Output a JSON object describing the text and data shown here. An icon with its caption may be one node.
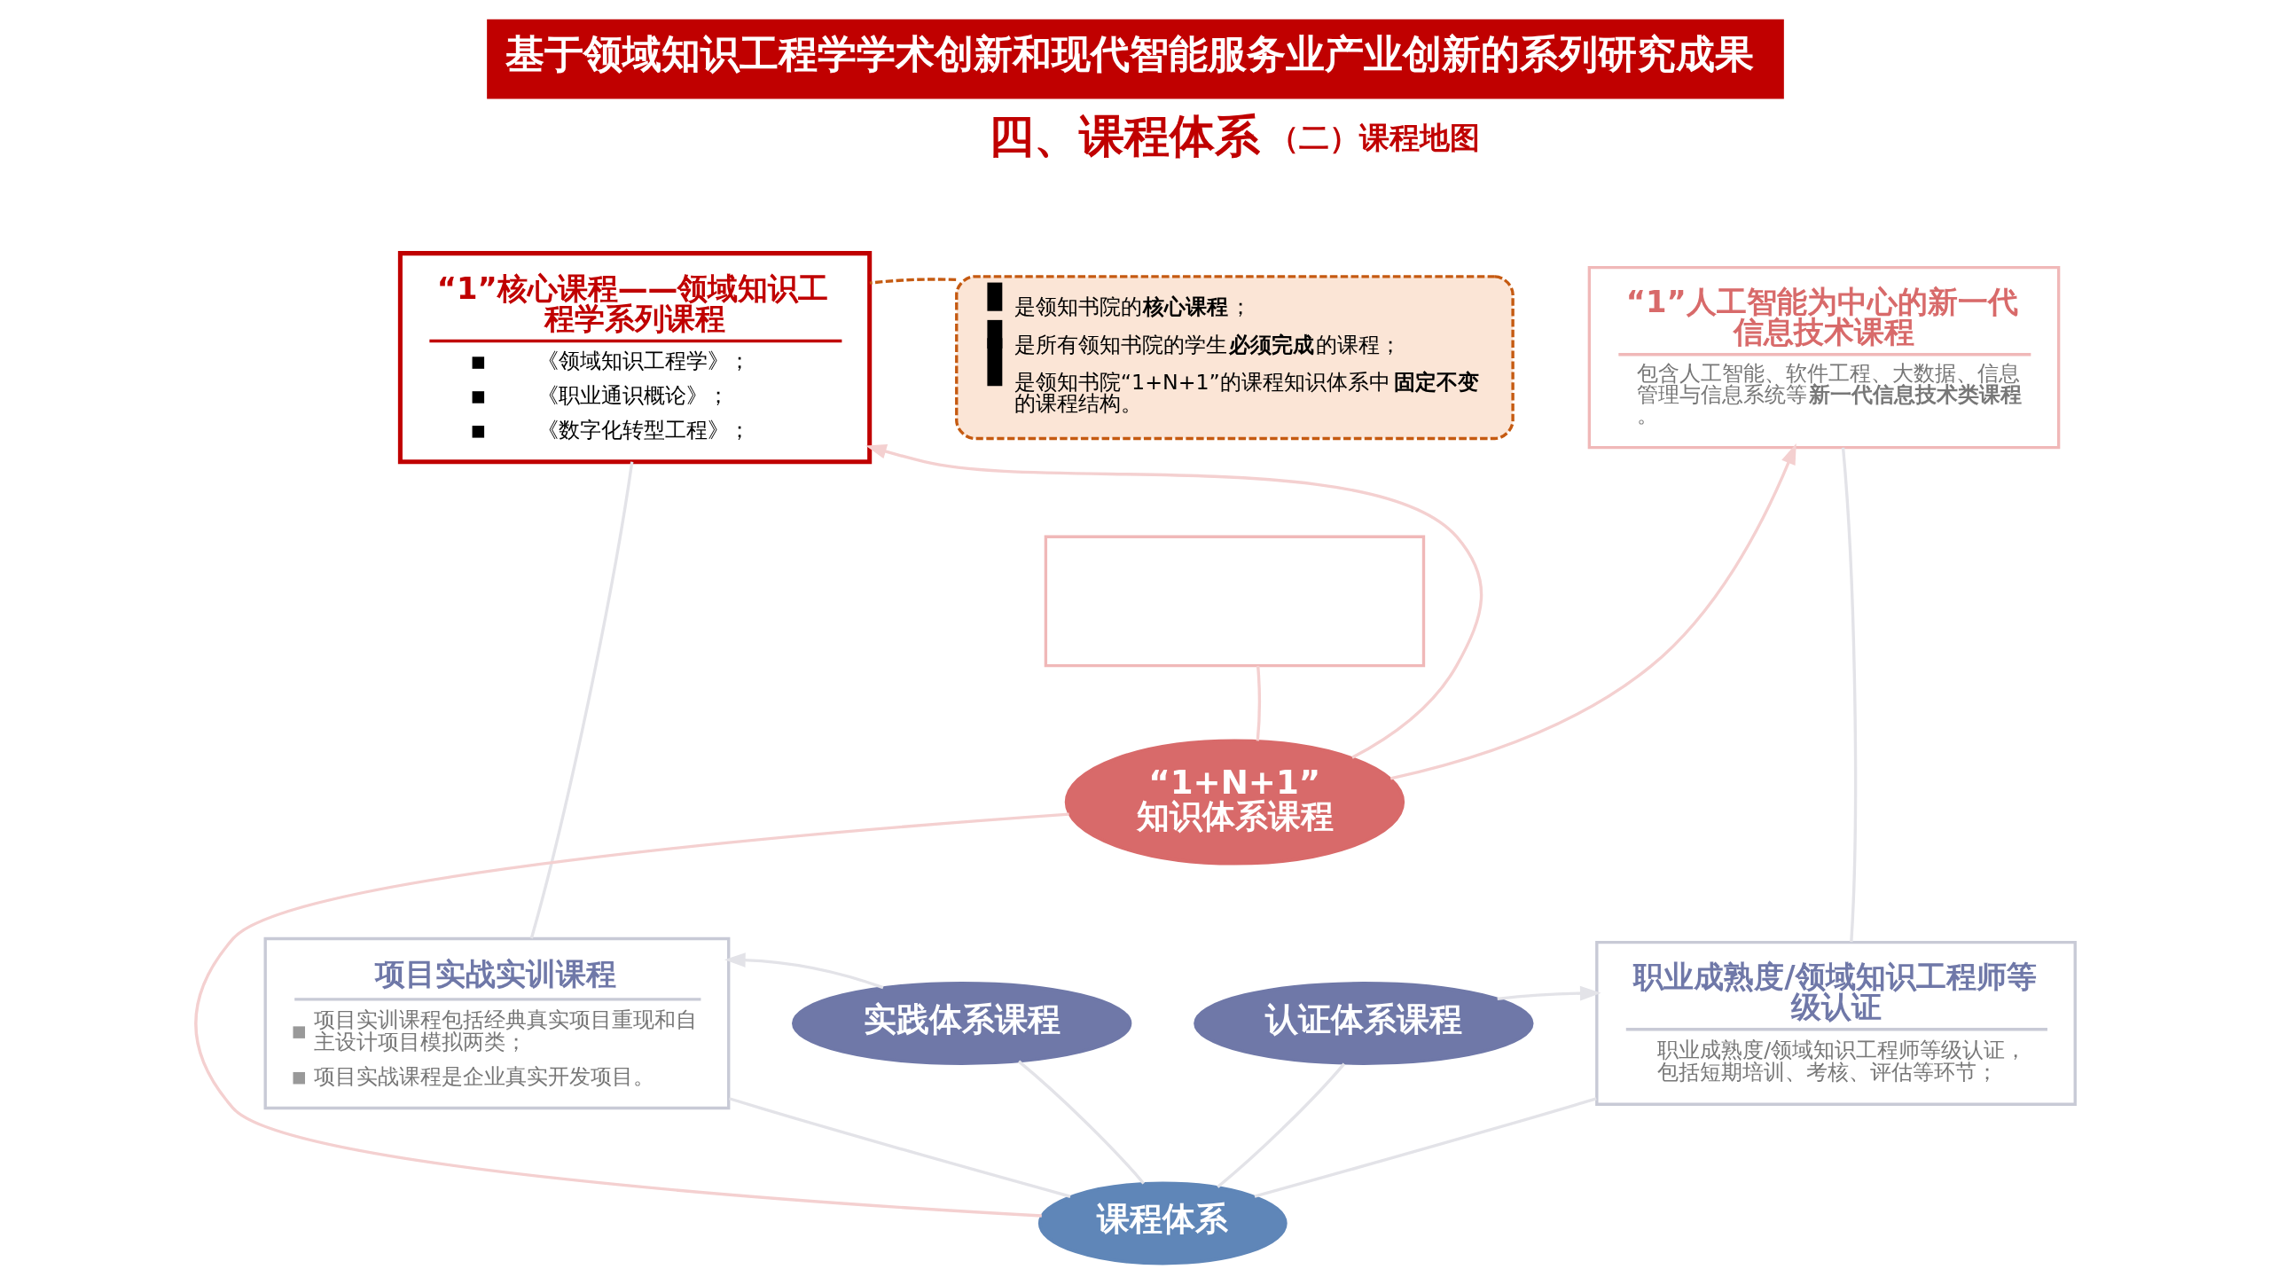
{
  "diagram": {
    "title": "基于领域知识工程学学术创新和现代智能服务业产业创新的系列研究成果",
    "nodes": [
      {
        "text": [
          "“1”核心课程——领域知识工程学系列课程",
          "《领域知识工程学》；",
          "《职业通识概论》；",
          "《数字化转型工程》；"
        ]
      },
      {
        "text": [
          "是领知书院的**核心课程**；",
          "是所有领知书院的学生**必须完成**的课程；",
          "是领知书院“1+N+1”的课程知识体系中**固定不变**的课程结构。"
        ]
      },
      {
        "text": [],
        "shape": "box"
      },
      {
        "text": [
          "“1”人工智能为中心的新一代信息技术课程",
          "包含人工智能、软件工程、大数据、信息管理与信息系统等**新一代信息技术类课程**。"
        ]
      },
      {
        "text": [
          "“1+N+1”知识体系课程"
        ]
      },
      {
        "text": [
          "项目实战实训课程",
          "项目实训课程包括经典真实项目重现和自主设计项目模拟两类；",
          "项目实战课程是企业真实开发项目。"
        ]
      },
      {
        "text": [
          "实践体系课程"
        ]
      },
      {
        "text": [
          "认证体系课程"
        ]
      },
      {
        "text": [
          "职业成熟度/领域知识工程师等级认证",
          "职业成熟度/领域知识工程师等级认证，包括短期培训、考核、评估等环节；"
        ]
      },
      {
        "text": [
          "课程体系"
        ]
      }
    ],
    "edges": [
      {
        "from": 1,
        "to": 0,
        "arrow": "none",
        "style": "dashed",
        "color": "#c55a11"
      },
      {
        "from": 4,
        "to": 0,
        "arrow": "to",
        "color": "#f4d0d0"
      },
      {
        "from": 4,
        "to": 2,
        "arrow": "none",
        "color": "#f4d0d0"
      },
      {
        "from": 4,
        "to": 3,
        "arrow": "to",
        "color": "#f4d0d0"
      },
      {
        "from": 9,
        "to": 4,
        "arrow": "none",
        "color": "#f4d0d0"
      },
      {
        "from": 9,
        "to": 6,
        "arrow": "none"
      },
      {
        "from": 9,
        "to": 7,
        "arrow": "none"
      },
      {
        "from": 6,
        "to": 5,
        "arrow": "to"
      },
      {
        "from": 7,
        "to": 8,
        "arrow": "to"
      },
      {
        "from": 0,
        "to": 5,
        "arrow": "none"
      },
      {
        "from": 5,
        "to": 9,
        "arrow": "none"
      },
      {
        "from": 3,
        "to": 8,
        "arrow": "none"
      },
      {
        "from": 8,
        "to": 9,
        "arrow": "none"
      }
    ],
    "labels": [
      "四、课程体系",
      "（二）课程地图"
    ]
  }
}
